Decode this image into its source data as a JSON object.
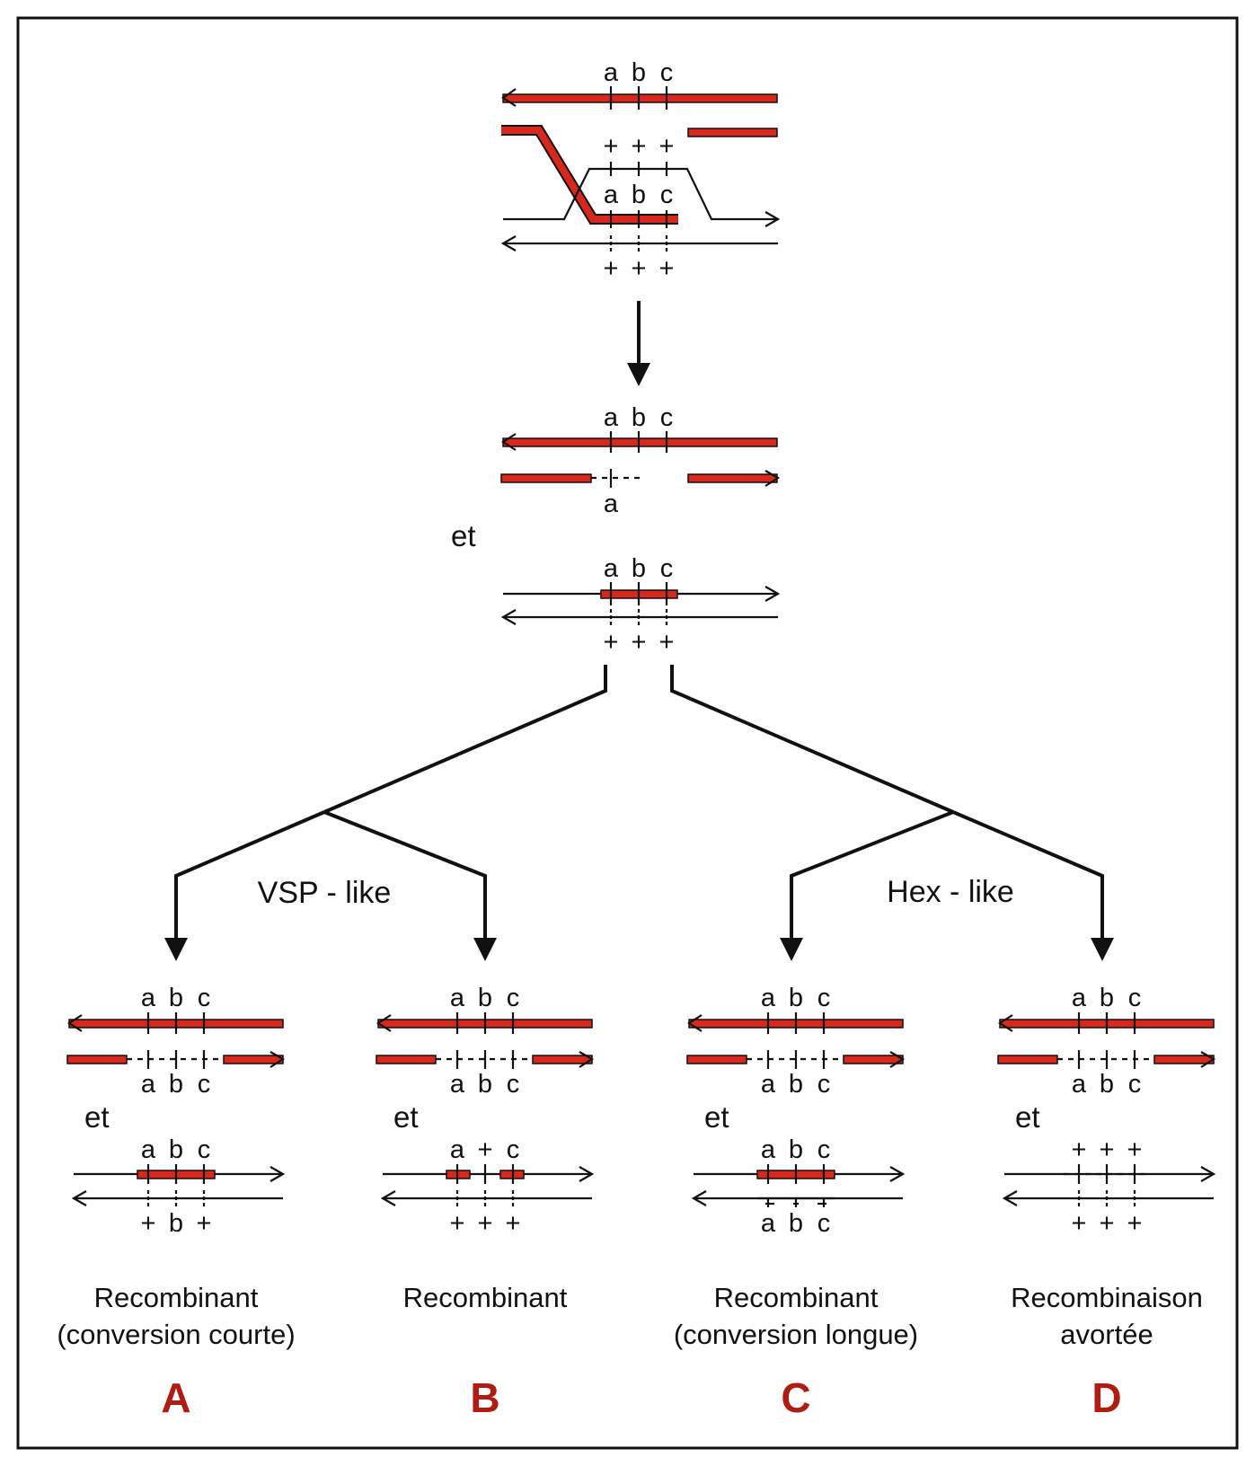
{
  "colors": {
    "strand": "#d8281c",
    "ink": "#111111",
    "letter": "#b01b12"
  },
  "top": {
    "strand1_labels": [
      "a",
      "b",
      "c"
    ],
    "plus_row_1": [
      "+",
      "+",
      "+"
    ],
    "heteroduplex_labels": [
      "a",
      "b",
      "c"
    ],
    "plus_row_2": [
      "+",
      "+",
      "+"
    ]
  },
  "middle": {
    "upper_labels": [
      "a",
      "b",
      "c"
    ],
    "gap_label": "a",
    "et": "et",
    "lower_labels": [
      "a",
      "b",
      "c"
    ],
    "lower_plus": [
      "+",
      "+",
      "+"
    ]
  },
  "branches": {
    "left": "VSP - like",
    "right": "Hex - like"
  },
  "outcomes": [
    {
      "top_labels": [
        "a",
        "b",
        "c"
      ],
      "mid_labels": [
        "a",
        "b",
        "c"
      ],
      "et": "et",
      "upper2_labels": [
        "a",
        "b",
        "c"
      ],
      "lower2_labels": [
        "+",
        "b",
        "+"
      ],
      "caption1": "Recombinant",
      "caption2": "(conversion courte)",
      "letter": "A"
    },
    {
      "top_labels": [
        "a",
        "b",
        "c"
      ],
      "mid_labels": [
        "a",
        "b",
        "c"
      ],
      "et": "et",
      "upper2_labels": [
        "a",
        "+",
        "c"
      ],
      "lower2_labels": [
        "+",
        "+",
        "+"
      ],
      "caption1": "Recombinant",
      "caption2": "",
      "letter": "B"
    },
    {
      "top_labels": [
        "a",
        "b",
        "c"
      ],
      "mid_labels": [
        "a",
        "b",
        "c"
      ],
      "et": "et",
      "upper2_labels": [
        "a",
        "b",
        "c"
      ],
      "lower2_labels": [
        "a",
        "b",
        "c"
      ],
      "caption1": "Recombinant",
      "caption2": "(conversion longue)",
      "letter": "C"
    },
    {
      "top_labels": [
        "a",
        "b",
        "c"
      ],
      "mid_labels": [
        "a",
        "b",
        "c"
      ],
      "et": "et",
      "upper2_labels": [
        "+",
        "+",
        "+"
      ],
      "lower2_labels": [
        "+",
        "+",
        "+"
      ],
      "caption1": "Recombinaison",
      "caption2": "avortée",
      "letter": "D"
    }
  ]
}
